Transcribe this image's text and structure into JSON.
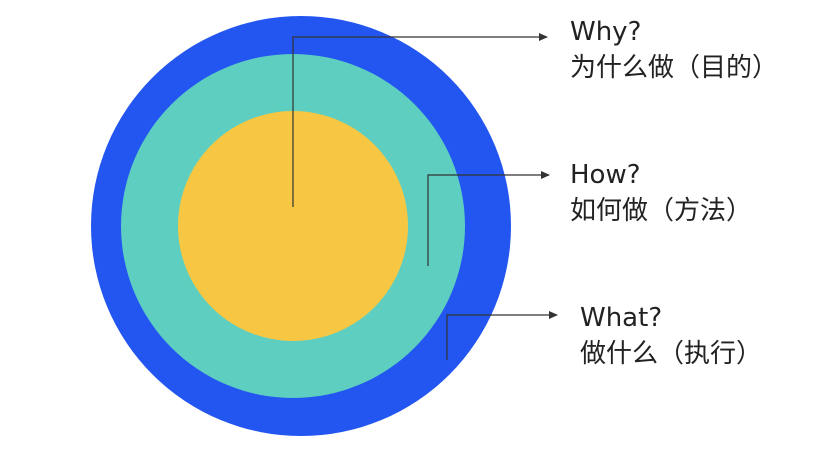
{
  "diagram": {
    "type": "golden-circle",
    "colors": {
      "outer": "#2356F0",
      "middle": "#5ECEC0",
      "inner": "#F7C744",
      "connector": "#333333",
      "text": "#222222"
    },
    "layers": [
      {
        "id": "why",
        "title": "Why?",
        "subtitle": "为什么做（目的）"
      },
      {
        "id": "how",
        "title": "How?",
        "subtitle": "如何做（方法）"
      },
      {
        "id": "what",
        "title": "What?",
        "subtitle": "做什么（执行）"
      }
    ]
  }
}
